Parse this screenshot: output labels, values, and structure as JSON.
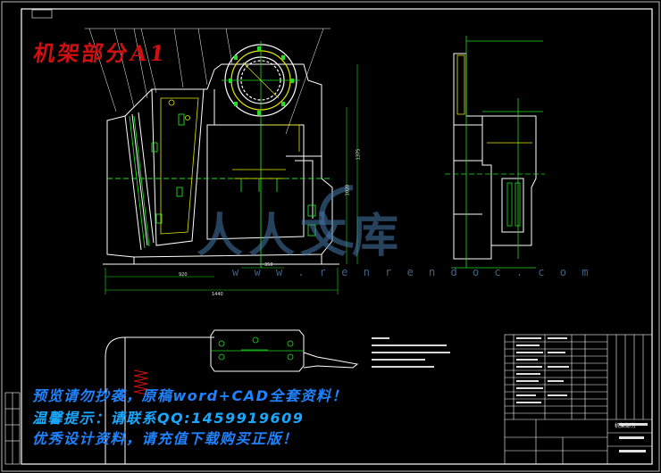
{
  "drawing": {
    "title": "机架部分A1",
    "watermark_cn": "人人文库",
    "watermark_url": "w w w . r e n r e n d o c . c o m",
    "promo_lines": [
      "预览请勿抄袭，原稿word+CAD全套资料！",
      "温馨提示：请联系QQ:1459919609",
      "优秀设计资料，请充值下载购买正版！"
    ],
    "dimensions": [
      "1440",
      "920",
      "350",
      "1375",
      "1020"
    ],
    "title_block": "机架部分"
  },
  "colors": {
    "background": "#000000",
    "outline": "#ffffff",
    "green": "#22dd22",
    "yellow": "#e8e800",
    "red": "#d01010",
    "blue": "#1f82ff"
  }
}
